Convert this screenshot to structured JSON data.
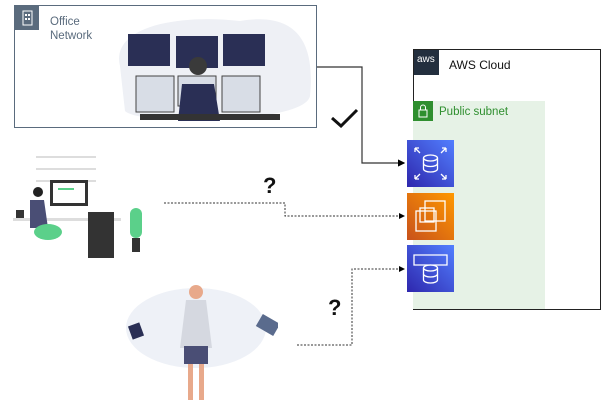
{
  "office": {
    "label_line1": "Office",
    "label_line2": "Network",
    "icon": "building-icon"
  },
  "aws_cloud": {
    "label": "AWS Cloud",
    "logo_text": "aws"
  },
  "subnet": {
    "label": "Public subnet",
    "icon": "lock-icon"
  },
  "services": [
    {
      "name": "rds-proxy",
      "icon": "database-arrows-icon",
      "color": "#527fff"
    },
    {
      "name": "ec2-instance",
      "icon": "chip-icon",
      "color": "#ff9900"
    },
    {
      "name": "elasticache",
      "icon": "memory-database-icon",
      "color": "#527fff"
    }
  ],
  "connections": [
    {
      "from": "office",
      "to": "rds-proxy",
      "style": "solid",
      "mark": "✓"
    },
    {
      "from": "home-worker",
      "to": "ec2-instance",
      "style": "dotted",
      "mark": "?"
    },
    {
      "from": "mobile-worker",
      "to": "elasticache",
      "style": "dotted",
      "mark": "?"
    }
  ],
  "marks": {
    "check": "✓",
    "q1": "?",
    "q2": "?"
  }
}
